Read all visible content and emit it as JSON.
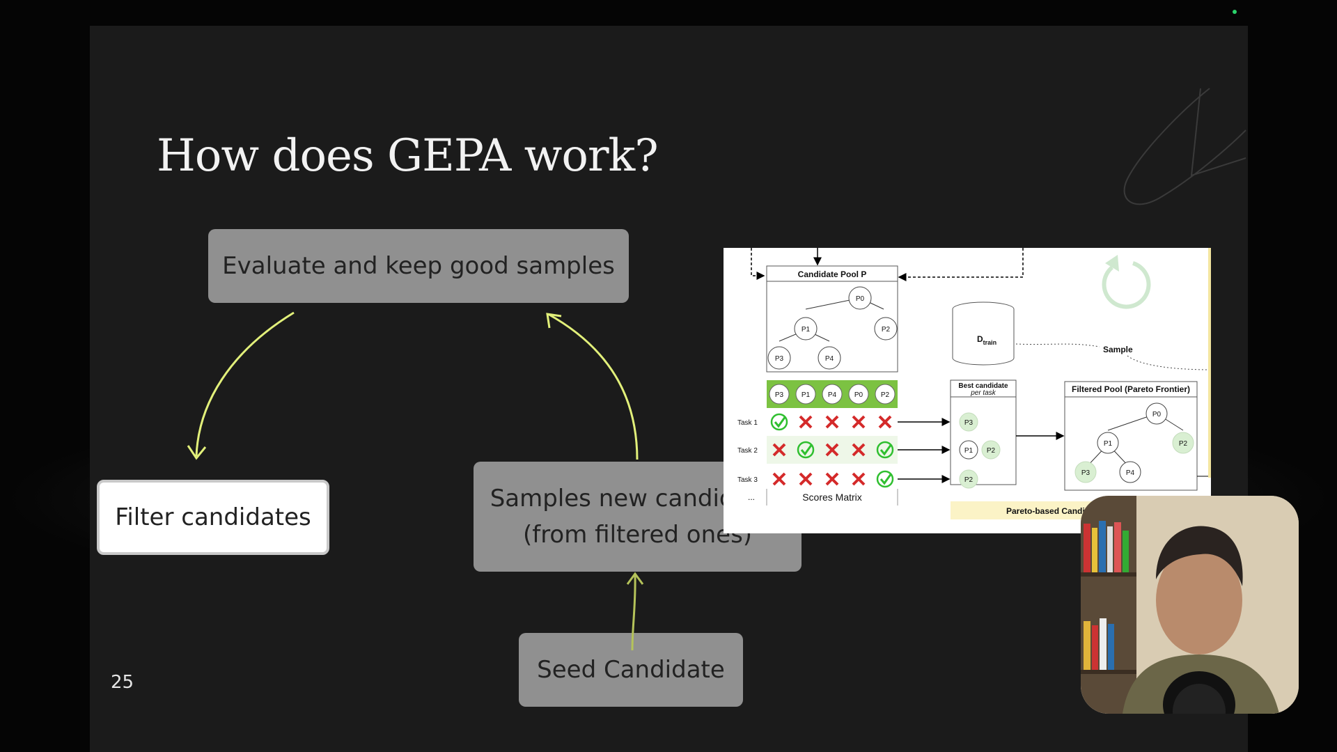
{
  "slide": {
    "title": "How does GEPA work?",
    "page_number": "25"
  },
  "flow": {
    "evaluate": "Evaluate and keep good samples",
    "filter": "Filter candidates",
    "samples_line1": "Samples new candidates",
    "samples_line2": "(from filtered ones)",
    "seed": "Seed Candidate"
  },
  "figure": {
    "candidate_pool_title": "Candidate Pool P",
    "dataset_label": "D",
    "dataset_subscript": "train",
    "sample_label": "Sample",
    "best_candidate_line1": "Best candidate",
    "best_candidate_line2": "per task",
    "filtered_pool_title": "Filtered Pool (Pareto Frontier)",
    "scores_matrix_label": "Scores Matrix",
    "pareto_banner": "Pareto-based Candidate",
    "ellipsis": "...",
    "header_row": [
      "P3",
      "P1",
      "P4",
      "P0",
      "P2"
    ],
    "tasks": [
      {
        "label": "Task 1",
        "results": [
          "check",
          "cross",
          "cross",
          "cross",
          "cross"
        ],
        "best": [
          "P3"
        ]
      },
      {
        "label": "Task 2",
        "results": [
          "cross",
          "check",
          "cross",
          "cross",
          "check"
        ],
        "best": [
          "P1",
          "P2"
        ]
      },
      {
        "label": "Task 3",
        "results": [
          "cross",
          "cross",
          "cross",
          "cross",
          "check"
        ],
        "best": [
          "P2"
        ]
      }
    ],
    "colors": {
      "check": "#2fbf2f",
      "cross": "#d42a2a",
      "header_green": "#7cc242",
      "node_green": "#d9efd2",
      "banner": "#fbf3c6"
    }
  },
  "colors": {
    "arrow": "#e2f07a",
    "arrow_dim": "#b5c35a",
    "box_gray": "#909090",
    "slide_bg": "#1b1b1b"
  },
  "webcam": {
    "description_icon": "presenter-video-icon"
  }
}
